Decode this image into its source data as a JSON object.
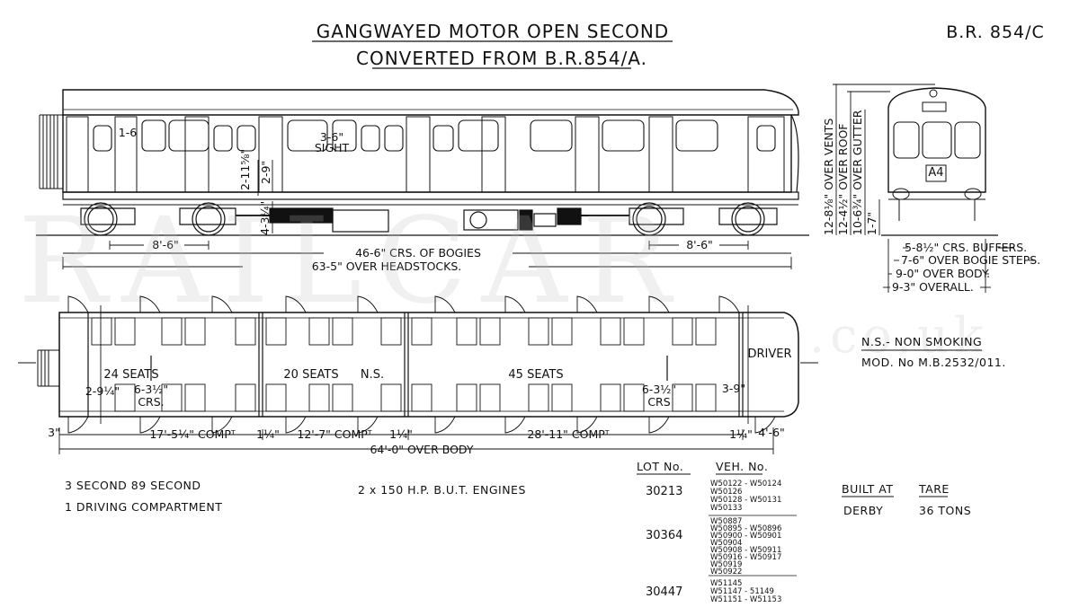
{
  "header": {
    "title_line1": "GANGWAYED MOTOR OPEN SECOND",
    "title_line2": "CONVERTED FROM B.R.854/A.",
    "ref": "B.R. 854/C"
  },
  "watermark": {
    "main": "RAILCAR",
    "suffix": ".co.uk"
  },
  "side_view": {
    "door_width": "1-6",
    "sight_dim": "3-6\"",
    "sight_label": "SIGHT",
    "win_height": "2-11⅝\"",
    "win_sill": "2-9\"",
    "floor_height": "4-3¼\"",
    "bogie_wheelbase_left": "8'-6\"",
    "bogie_wheelbase_right": "8'-6\"",
    "bogie_centres": "46-6\" CRS. OF BOGIES",
    "over_headstocks": "63-5\" OVER HEADSTOCKS."
  },
  "end_view": {
    "headcode": "A4",
    "over_vents": "12-8⅛\" OVER VENTS",
    "over_roof": "12-4½\" OVER ROOF",
    "over_gutter": "10-6¾\" OVER GUTTER",
    "step_height": "1-7\"",
    "crs_buffers": "5-8½\" CRS. BUFFERS.",
    "bogie_steps": "7-6\" OVER BOGIE STEPS.",
    "over_body": "9-0\" OVER BODY.",
    "overall": "9-3\" OVERALL."
  },
  "plan_view": {
    "seats_1": "24 SEATS",
    "seats_2": "20 SEATS",
    "ns_mark": "N.S.",
    "seats_3": "45 SEATS",
    "driver": "DRIVER",
    "end_left": "2-9¼\"",
    "crs_left": "6-3½\"",
    "crs_left_label": "CRS.",
    "crs_right": "6-3½\"",
    "crs_right_label": "CRS",
    "end_right": "3-9\"",
    "end_gap": "3\"",
    "comp_1": "17'-5¼\" COMPᵀ",
    "part_1": "1¼\"",
    "comp_2": "12'-7\" COMPᵀ",
    "part_2": "1¼\"",
    "comp_3": "28'-11\" COMPᵀ",
    "part_3": "1¼\"",
    "cab": "4'-6\"",
    "over_body": "64'-0\" OVER BODY"
  },
  "notes": {
    "ns_def": "N.S.- NON SMOKING",
    "mod_no": "MOD. No  M.B.2532/011.",
    "accommodation": "3  SECOND  89  SECOND",
    "driving": "1  DRIVING  COMPARTMENT",
    "engines": "2 x 150 H.P.  B.U.T.  ENGINES"
  },
  "lots": {
    "header_lot": "LOT No.",
    "header_veh": "VEH. No.",
    "rows": [
      {
        "lot": "30213",
        "vehicles": [
          "W50122 - W50124",
          "W50126",
          "W50128 - W50131",
          "W50133"
        ]
      },
      {
        "lot": "30364",
        "vehicles": [
          "W50887",
          "W50895 - W50896",
          "W50900 - W50901",
          "W50904",
          "W50908 - W50911",
          "W50916 - W50917",
          "W50919",
          "W50922"
        ]
      },
      {
        "lot": "30447",
        "vehicles": [
          "W51145",
          "W51147 - 51149",
          "W51151 - W51153"
        ]
      }
    ]
  },
  "built": {
    "header_built": "BUILT AT",
    "header_tare": "TARE",
    "place": "DERBY",
    "tare": "36 TONS"
  }
}
